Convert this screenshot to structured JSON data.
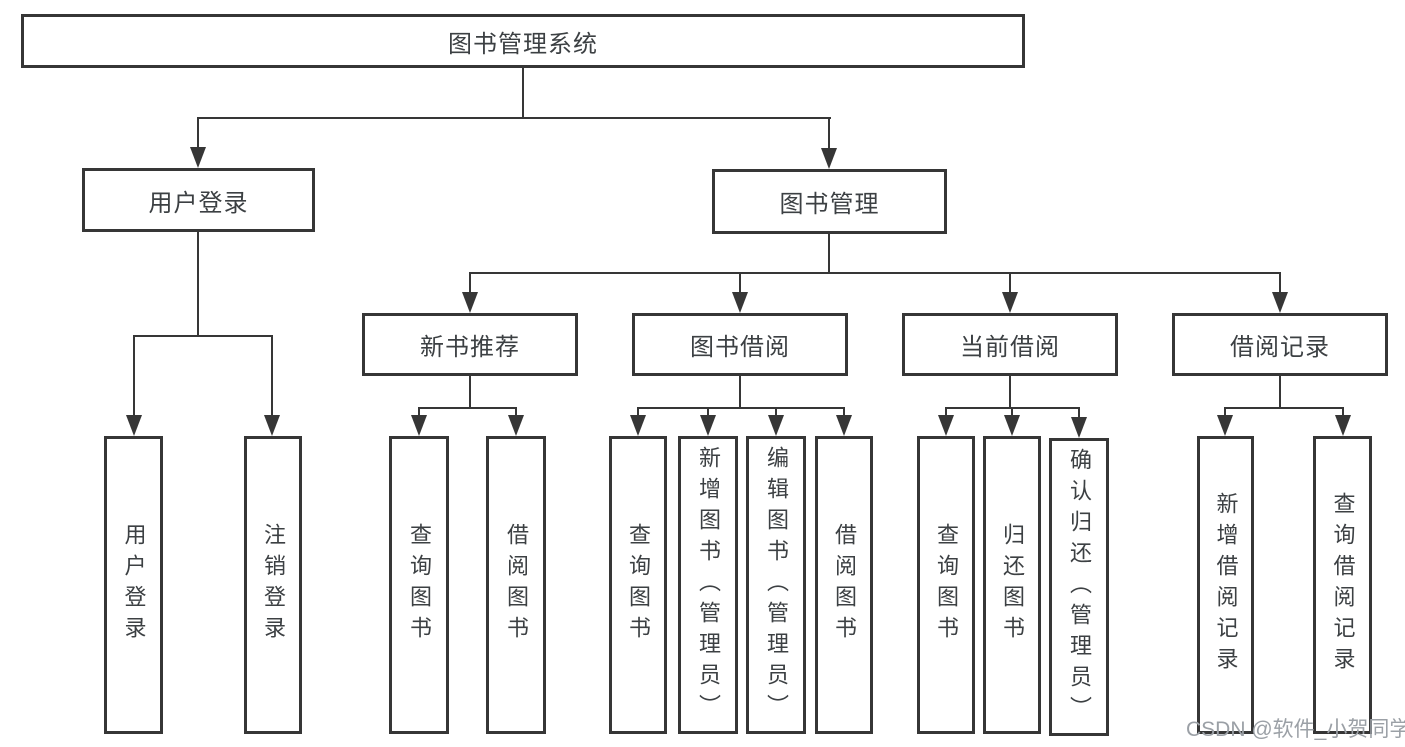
{
  "colors": {
    "line": "#363636",
    "box_border": "#363636",
    "text": "#3c4043",
    "background": "#ffffff",
    "watermark": "#9ba0a6"
  },
  "watermark": {
    "text": "CSDN @软件_小贺同学"
  },
  "tree": {
    "root": {
      "label": "图书管理系统"
    },
    "branches": [
      {
        "label": "用户登录",
        "children": [
          "用户登录",
          "注销登录"
        ]
      },
      {
        "label": "图书管理",
        "sections": [
          {
            "label": "新书推荐",
            "children": [
              "查询图书",
              "借阅图书"
            ]
          },
          {
            "label": "图书借阅",
            "children": [
              "查询图书",
              "新增图书（管理员）",
              "编辑图书（管理员）",
              "借阅图书"
            ]
          },
          {
            "label": "当前借阅",
            "children": [
              "查询图书",
              "归还图书",
              "确认归还（管理员）"
            ]
          },
          {
            "label": "借阅记录",
            "children": [
              "新增借阅记录",
              "查询借阅记录"
            ]
          }
        ]
      }
    ]
  }
}
